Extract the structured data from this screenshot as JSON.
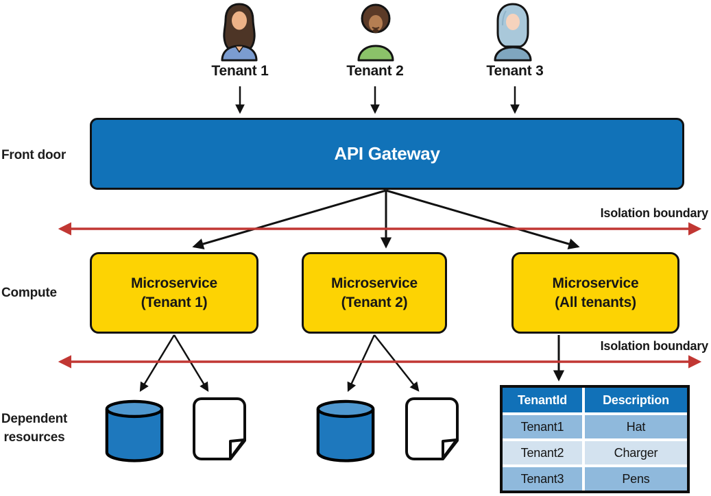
{
  "title": "Multi-tenant architecture diagram",
  "colors": {
    "gateway-blue": "#1172b8",
    "microservice-yellow": "#fdd303",
    "boundary-red": "#c13733",
    "line-black": "#111111",
    "table-header-blue": "#1171b8",
    "table-row-medium": "#8fb9dc",
    "table-row-light": "#d3e2ef",
    "cylinder-blue": "#1e78bd",
    "cylinder-top-blue": "#4e97cf"
  },
  "tenants": [
    {
      "label": "Tenant 1",
      "icon": "person-woman-long-hair-icon"
    },
    {
      "label": "Tenant 2",
      "icon": "person-man-afro-icon"
    },
    {
      "label": "Tenant 3",
      "icon": "person-woman-hijab-icon"
    }
  ],
  "row_labels": {
    "front_door": "Front door",
    "compute": "Compute",
    "dependent_resources": "Dependent resources"
  },
  "gateway": {
    "label": "API Gateway"
  },
  "boundaries": [
    {
      "label": "Isolation boundary"
    },
    {
      "label": "Isolation boundary"
    }
  ],
  "microservices": [
    {
      "line1": "Microservice",
      "line2": "(Tenant 1)"
    },
    {
      "line1": "Microservice",
      "line2": "(Tenant 2)"
    },
    {
      "line1": "Microservice",
      "line2": "(All tenants)"
    }
  ],
  "resources": [
    {
      "type": "database-cylinder-icon"
    },
    {
      "type": "document-icon"
    },
    {
      "type": "database-cylinder-icon"
    },
    {
      "type": "document-icon"
    }
  ],
  "tenant_table": {
    "headers": [
      "TenantId",
      "Description"
    ],
    "rows": [
      [
        "Tenant1",
        "Hat"
      ],
      [
        "Tenant2",
        "Charger"
      ],
      [
        "Tenant3",
        "Pens"
      ]
    ]
  }
}
